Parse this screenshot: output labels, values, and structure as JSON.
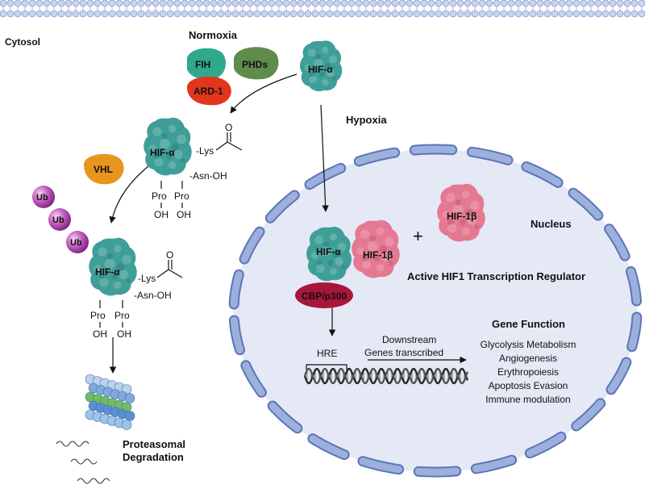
{
  "regions": {
    "cytosol": "Cytosol",
    "nucleus": "Nucleus"
  },
  "conditions": {
    "normoxia": "Normoxia",
    "hypoxia": "Hypoxia"
  },
  "enzymes": {
    "fih": "FIH",
    "phds": "PHDs",
    "ard1": "ARD-1",
    "vhl": "VHL"
  },
  "proteins": {
    "hif_alpha": "HIF-α",
    "hif_1beta": "HIF-1β",
    "cbp_p300": "CBP/p300",
    "ub": "Ub"
  },
  "modifications": {
    "lys": "-Lys",
    "asn_oh": "-Asn-OH",
    "pro": "Pro",
    "oh": "OH",
    "o": "O"
  },
  "labels": {
    "plus": "+",
    "active_regulator": "Active HIF1 Transcription Regulator",
    "hre": "HRE",
    "downstream_line1": "Downstream",
    "downstream_line2": "Genes transcribed",
    "gene_function_title": "Gene Function",
    "proteasome_line1": "Proteasomal",
    "proteasome_line2": "Degradation"
  },
  "gene_functions": [
    "Glycolysis Metabolism",
    "Angiogenesis",
    "Erythropoiesis",
    "Apoptosis Evasion",
    "Immune modulation"
  ],
  "colors": {
    "hif_alpha": "#3f9e98",
    "hif_1beta": "#e57892",
    "cbp": "#a8163a",
    "fih": "#2fa88e",
    "phds": "#5f8c4a",
    "ard1": "#e2361c",
    "vhl": "#e7951c",
    "ub": "#9c2a9a",
    "membrane": "#92a6d4",
    "nucleus_fill": "#e4e9f5"
  }
}
